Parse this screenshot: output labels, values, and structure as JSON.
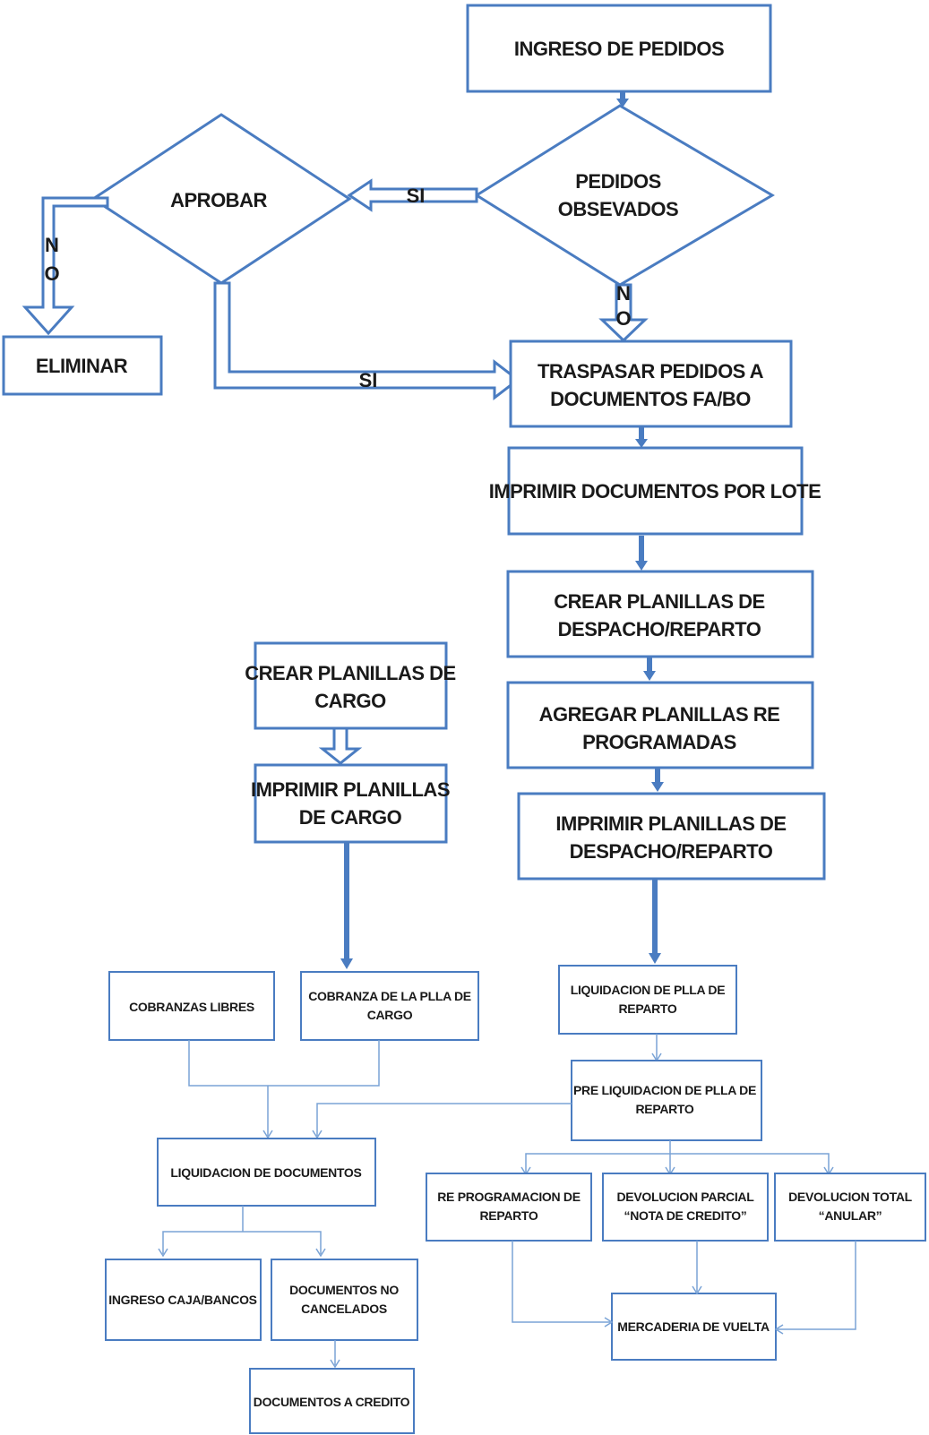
{
  "nodes": {
    "ingreso_pedidos": "INGRESO DE PEDIDOS",
    "pedidos_observados": [
      "PEDIDOS",
      "OBSEVADOS"
    ],
    "aprobar": "APROBAR",
    "eliminar": "ELIMINAR",
    "traspasar": [
      "TRASPASAR PEDIDOS A",
      "DOCUMENTOS FA/BO"
    ],
    "imprimir_documentos": "IMPRIMIR DOCUMENTOS POR LOTE",
    "crear_planillas_despacho": [
      "CREAR PLANILLAS DE",
      "DESPACHO/REPARTO"
    ],
    "agregar_planillas": [
      "AGREGAR PLANILLAS RE",
      "PROGRAMADAS"
    ],
    "imprimir_planillas_despacho": [
      "IMPRIMIR PLANILLAS DE",
      "DESPACHO/REPARTO"
    ],
    "crear_planillas_cargo": [
      "CREAR PLANILLAS DE",
      "CARGO"
    ],
    "imprimir_planillas_cargo": [
      "IMPRIMIR PLANILLAS",
      "DE CARGO"
    ],
    "cobranzas_libres": "COBRANZAS LIBRES",
    "cobranza_plla_cargo": [
      "COBRANZA DE LA PLLA DE",
      "CARGO"
    ],
    "liquidacion_plla_reparto": [
      "LIQUIDACION DE PLLA DE",
      "REPARTO"
    ],
    "pre_liquidacion": [
      "PRE LIQUIDACION DE PLLA DE",
      "REPARTO"
    ],
    "liquidacion_documentos": "LIQUIDACION DE DOCUMENTOS",
    "re_programacion": [
      "RE PROGRAMACION DE",
      "REPARTO"
    ],
    "devolucion_parcial": [
      "DEVOLUCION PARCIAL",
      "“NOTA DE CREDITO”"
    ],
    "devolucion_total": [
      "DEVOLUCION TOTAL",
      "“ANULAR”"
    ],
    "ingreso_caja": "INGRESO CAJA/BANCOS",
    "documentos_no_cancelados": [
      "DOCUMENTOS NO",
      "CANCELADOS"
    ],
    "mercaderia_vuelta": "MERCADERIA DE VUELTA",
    "documentos_credito": "DOCUMENTOS A CREDITO"
  },
  "edge_labels": {
    "si_observados": "SI",
    "no_observados": [
      "N",
      "O"
    ],
    "no_aprobar": [
      "N",
      "O"
    ],
    "si_aprobar": "SI"
  },
  "colors": {
    "stroke": "#4a7cc1",
    "thin_line": "#7aa3d6",
    "text": "#1a1a1a"
  }
}
